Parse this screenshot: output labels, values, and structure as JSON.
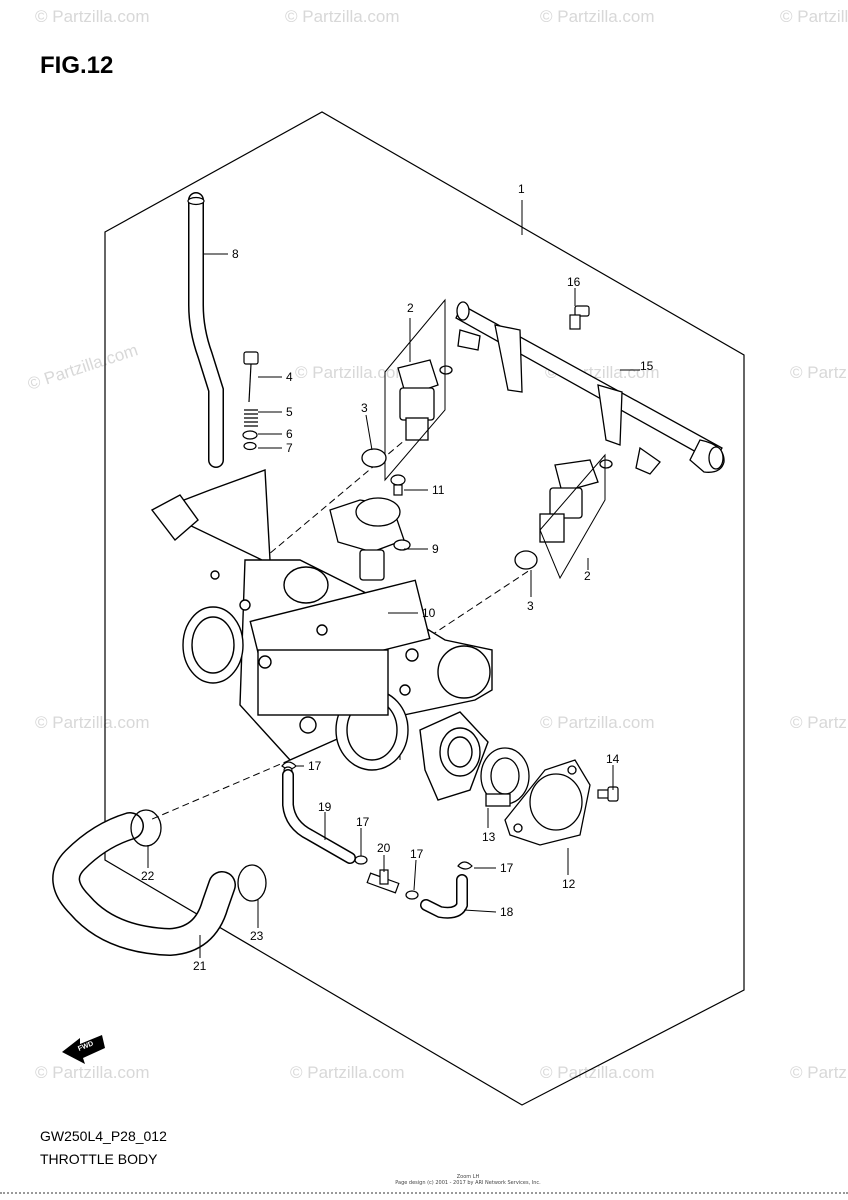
{
  "header": {
    "figure_title": "FIG.12"
  },
  "footer": {
    "diagram_code": "GW250L4_P28_012",
    "section_name": "THROTTLE BODY",
    "fine_print_1": "Zoom LH",
    "fine_print_2": "Page design (c) 2001 - 2017 by ARI Network Services, Inc."
  },
  "watermark": {
    "text": "© Partzilla.com",
    "color": "#d8d8d8"
  },
  "fwd_marker": {
    "text": "FWD",
    "icon": "fwd-arrow-icon"
  },
  "callouts": [
    {
      "id": "c1",
      "label": "1"
    },
    {
      "id": "c2a",
      "label": "2"
    },
    {
      "id": "c2b",
      "label": "2"
    },
    {
      "id": "c3a",
      "label": "3"
    },
    {
      "id": "c3b",
      "label": "3"
    },
    {
      "id": "c4",
      "label": "4"
    },
    {
      "id": "c5",
      "label": "5"
    },
    {
      "id": "c6",
      "label": "6"
    },
    {
      "id": "c7",
      "label": "7"
    },
    {
      "id": "c8",
      "label": "8"
    },
    {
      "id": "c9",
      "label": "9"
    },
    {
      "id": "c10",
      "label": "10"
    },
    {
      "id": "c11",
      "label": "11"
    },
    {
      "id": "c12",
      "label": "12"
    },
    {
      "id": "c13",
      "label": "13"
    },
    {
      "id": "c14",
      "label": "14"
    },
    {
      "id": "c15",
      "label": "15"
    },
    {
      "id": "c16",
      "label": "16"
    },
    {
      "id": "c17a",
      "label": "17"
    },
    {
      "id": "c17b",
      "label": "17"
    },
    {
      "id": "c17c",
      "label": "17"
    },
    {
      "id": "c17d",
      "label": "17"
    },
    {
      "id": "c18",
      "label": "18"
    },
    {
      "id": "c19",
      "label": "19"
    },
    {
      "id": "c20",
      "label": "20"
    },
    {
      "id": "c21",
      "label": "21"
    },
    {
      "id": "c22",
      "label": "22"
    },
    {
      "id": "c23",
      "label": "23"
    }
  ]
}
